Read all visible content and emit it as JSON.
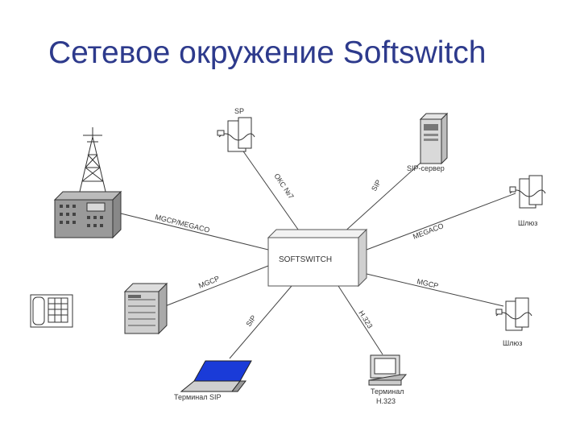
{
  "title": "Сетевое окружение Softswitch",
  "center": {
    "label": "SOFTSWITCH"
  },
  "nodes": {
    "sp": "SP",
    "sip_server": "SIP-сервер",
    "gateway_top": "Шлюз",
    "gateway_bottom": "Шлюз",
    "terminal_sip": "Терминал SIP",
    "terminal_h323_line1": "Терминал",
    "terminal_h323_line2": "H.323"
  },
  "edges": {
    "oks7": "ОКС №7",
    "sip_top": "SIP",
    "megaco_left": "MGCP/MEGACO",
    "megaco_right": "MEGACO",
    "mgcp_left": "MGCP",
    "mgcp_right": "MGCP",
    "sip_bottom": "SIP",
    "h323": "H.323"
  }
}
